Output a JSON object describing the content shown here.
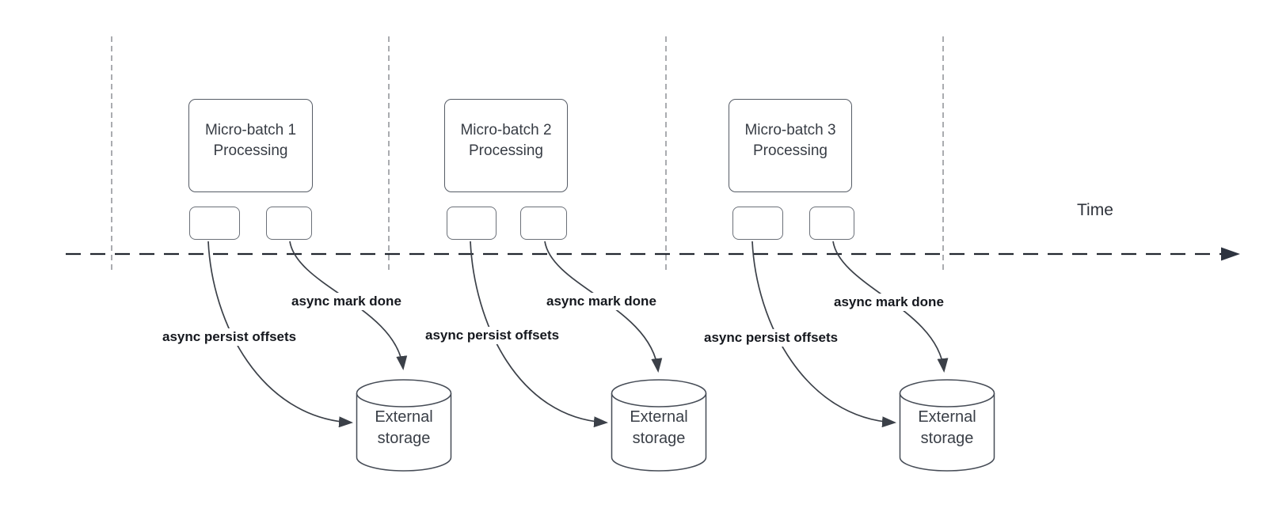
{
  "diagram": {
    "time_label": "Time",
    "batches": [
      {
        "title": "Micro-batch 1",
        "subtitle": "Processing",
        "persist_label": "async persist offsets",
        "done_label": "async mark done",
        "storage_line1": "External",
        "storage_line2": "storage"
      },
      {
        "title": "Micro-batch 2",
        "subtitle": "Processing",
        "persist_label": "async persist offsets",
        "done_label": "async mark done",
        "storage_line1": "External",
        "storage_line2": "storage"
      },
      {
        "title": "Micro-batch 3",
        "subtitle": "Processing",
        "persist_label": "async persist offsets",
        "done_label": "async mark done",
        "storage_line1": "External",
        "storage_line2": "storage"
      }
    ],
    "colors": {
      "background": "#ffffff",
      "timeline_stroke": "#23272f",
      "gridline_stroke": "#95989c",
      "connector_stroke": "#3b4048",
      "shape_border": "#565c66",
      "shape_fill": "#ffffff",
      "text": "#383d45",
      "bold_label_text": "#15181e"
    }
  }
}
